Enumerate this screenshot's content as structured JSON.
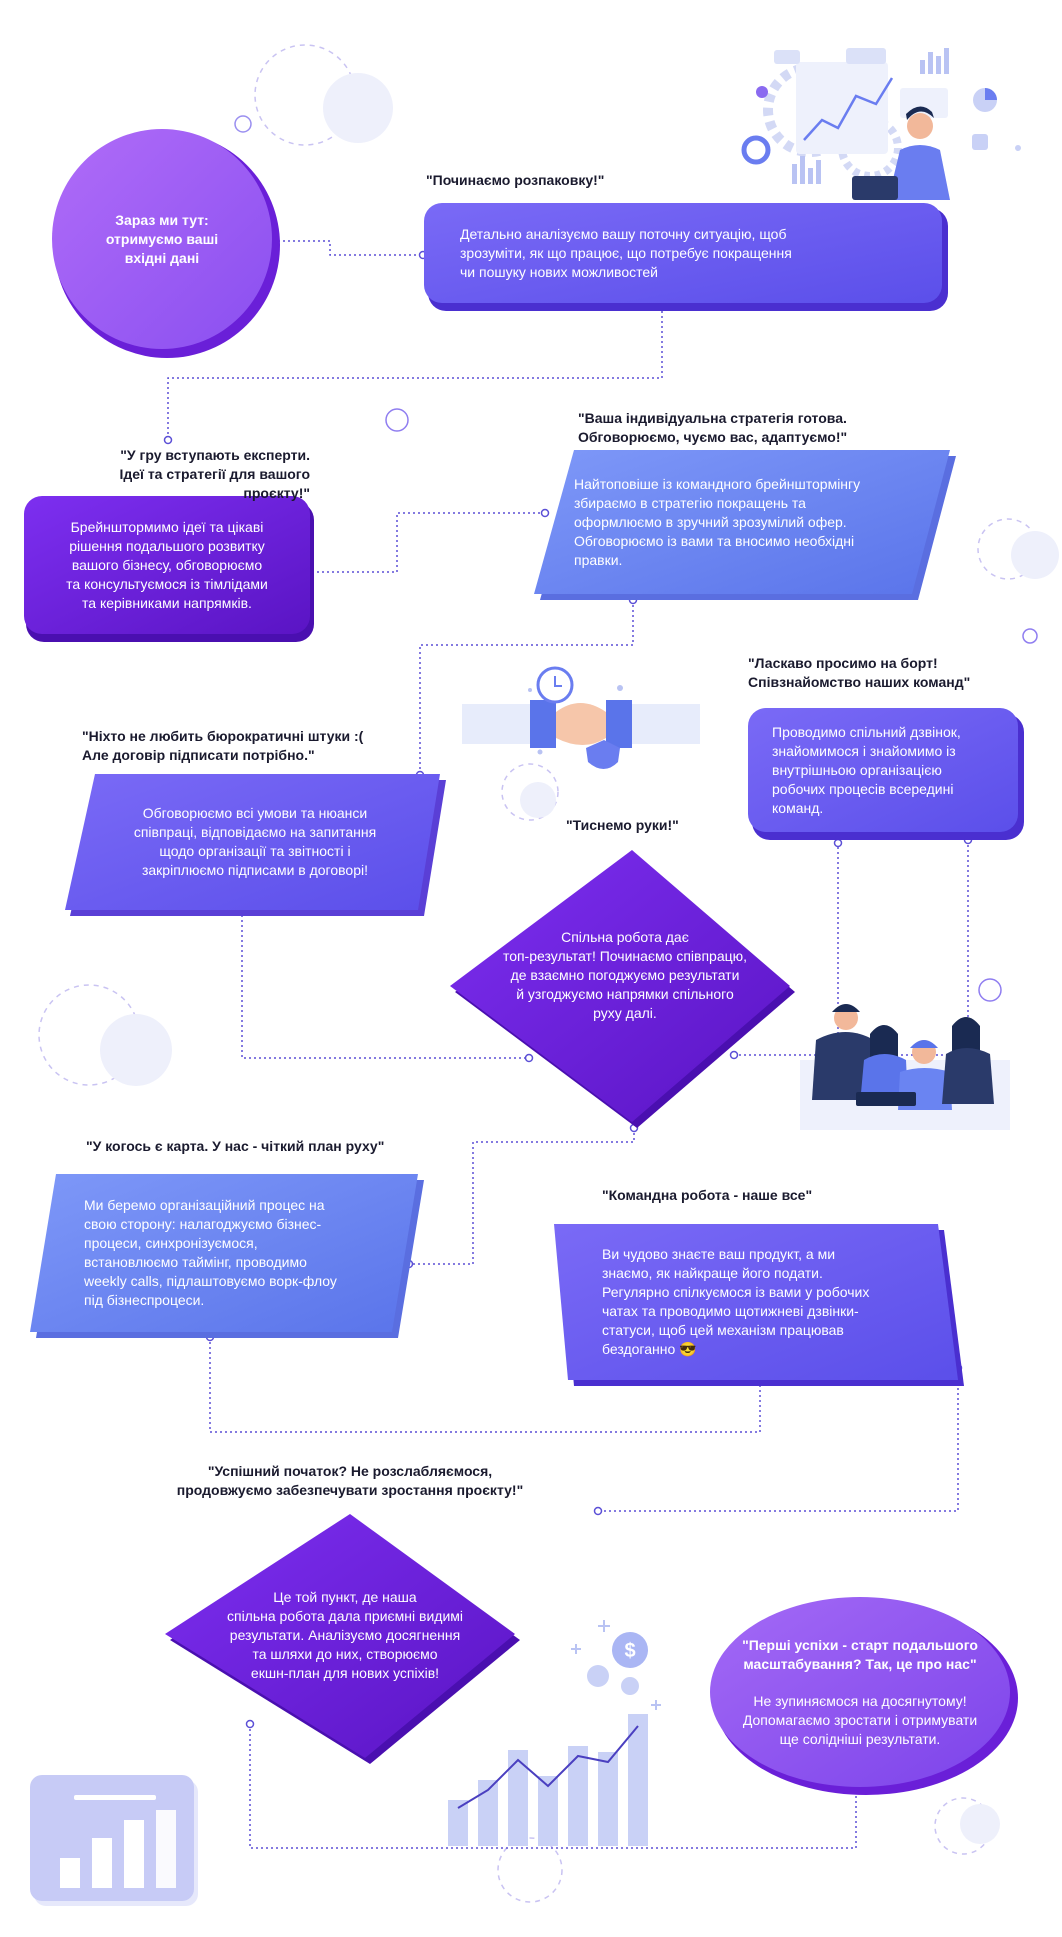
{
  "colors": {
    "violet_circle": "#9b5cf6",
    "indigo": "#6a5cf0",
    "deep_purple": "#6a1fd8",
    "blue": "#6a84f2",
    "connector": "#5b4fd6"
  },
  "steps": {
    "start": {
      "text": "Зараз ми тут:\nотримуємо ваші\nвхідні дані"
    },
    "unpack": {
      "title": "\"Починаємо розпаковку!\"",
      "text": "Детально аналізуємо вашу поточну ситуацію, щоб\nзрозуміти, як що працює, що потребує покращення\nчи пошуку нових можливостей"
    },
    "experts": {
      "title": "\"У гру вступають експерти.\nІдеї та стратегії для вашого проєкту!\"",
      "text": "Брейнштормимо ідеї та цікаві\nрішення подальшого розвитку\nвашого бізнесу, обговорюємо\nта консультуємося із тімлідами\nта керівниками напрямків."
    },
    "strategy": {
      "title": "\"Ваша індивідуальна стратегія готова.\nОбговорюємо, чуємо вас, адаптуємо!\"",
      "text": "Найтоповіше із командного брейнштормінгу\nзбираємо в стратегію покращень та\nоформлюємо в зручний зрозумілий офер.\nОбговорюємо із вами та вносимо необхідні\nправки."
    },
    "contract": {
      "title": "\"Ніхто не любить бюрократичні штуки :(\nАле договір підписати потрібно.\"",
      "text": "Обговорюємо всі умови та нюанси\nспівпраці, відповідаємо на запитання\nщодо організації та звітності і\nзакріплюємо підписами в договорі!"
    },
    "onboard": {
      "title": "\"Ласкаво просимо на борт!\nСпівзнайомство наших команд\"",
      "text": "Проводимо спільний дзвінок,\nзнайомимося і знайомимо із\nвнутрішньою організацією\nробочих процесів всередині\nкоманд."
    },
    "handshake": {
      "title": "\"Тиснемо руки!\"",
      "text": "Спільна робота дає\nтоп-результат! Починаємо співпрацю,\nде взаємно погоджуємо результати\nй узгоджуємо напрямки спільного\nруху далі."
    },
    "plan": {
      "title": "\"У когось є карта. У нас - чіткий план руху\"",
      "text": "Ми беремо організаційний процес на\nсвою сторону: налагоджуємо бізнес-\nпроцеси, синхронізуємося,\nвстановлюємо таймінг, проводимо\nweekly calls, підлаштовуємо ворк-флоу\nпід бізнеспроцеси."
    },
    "teamwork": {
      "title": "\"Командна робота - наше все\"",
      "text": "Ви чудово знаєте ваш продукт, а ми\nзнаємо, як найкраще його подати.\nРегулярно спілкуємося із вами у робочих\nчатах та проводимо щотижневі дзвінки-\nстатуси, щоб цей механізм працював\nбездоганно 😎"
    },
    "growth": {
      "title": "\"Успішний початок? Не розслабляємося,\nпродовжуємо забезпечувати зростання проєкту!\"",
      "text": "Це той пункт, де наша\nспільна робота дала приємні видимі\nрезультати. Аналізуємо досягнення\nта шляхи до них, створюємо\nекшн-план для нових успіхів!"
    },
    "success": {
      "title": "\"Перші успіхи - старт подальшого\nмасштабування? Так, це про нас\"",
      "text": "Не зупиняємося на досягнутому!\nДопомагаємо зростати і отримувати\nще солідніші результати."
    }
  },
  "icons": [
    "analytics-illustration-icon",
    "handshake-illustration-icon",
    "team-illustration-icon",
    "growth-chart-illustration-icon",
    "bar-chart-card-icon"
  ]
}
